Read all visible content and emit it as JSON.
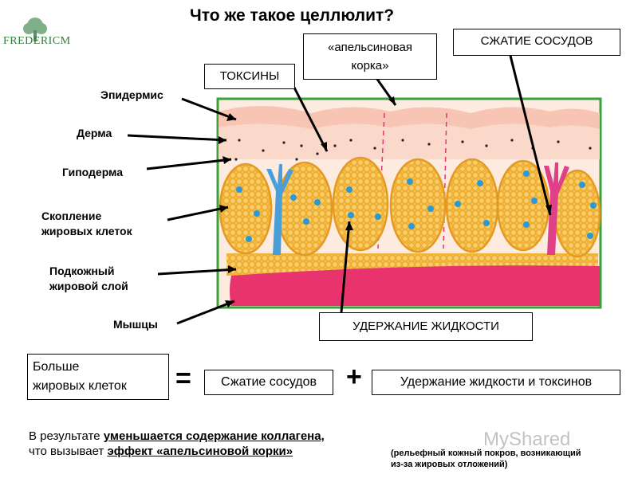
{
  "title": "Что же такое целлюлит?",
  "logo": {
    "text": "FREDERICM"
  },
  "left_labels": {
    "epidermis": "Эпидермис",
    "derma": "Дерма",
    "hypodermis": "Гиподерма",
    "fat_cluster_line1": "Скопление",
    "fat_cluster_line2": "жировых клеток",
    "subcutaneous_line1": "Подкожный",
    "subcutaneous_line2": "жировой слой",
    "muscles": "Мышцы"
  },
  "callouts": {
    "toxins": "ТОКСИНЫ",
    "orange_peel_line1": "«апельсиновая",
    "orange_peel_line2": "корка»",
    "vessel_compression": "СЖАТИЕ СОСУДОВ",
    "fluid_retention": "УДЕРЖАНИЕ ЖИДКОСТИ"
  },
  "equation": {
    "more_cells_line1": "Больше",
    "more_cells_line2": "жировых клеток",
    "equals": "=",
    "compression": "Сжатие сосудов",
    "plus": "+",
    "retention": "Удержание жидкости и токсинов"
  },
  "result": {
    "prefix": "В результате ",
    "collagen": "уменьшается содержание коллагена,",
    "line2_prefix": "что вызывает ",
    "effect": "эффект «апельсиновой корки»"
  },
  "note": {
    "line1": "(рельефный кожный покров, возникающий",
    "line2": "из-за жировых отложений)"
  },
  "watermark": "MyShared",
  "colors": {
    "frame": "#3aa23a",
    "muscle": "#e8336e",
    "fat": "#f2b43a",
    "skin": "#f8cdbf",
    "vessel_blue": "#4b9fd8",
    "vessel_pink": "#e0408a"
  }
}
